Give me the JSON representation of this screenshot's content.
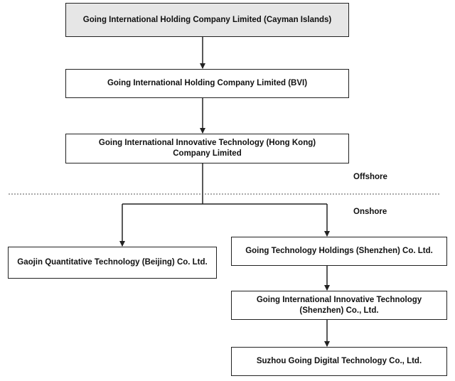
{
  "colors": {
    "top_box_fill": "#e6e6e6",
    "box_fill": "#ffffff",
    "line": "#222222"
  },
  "nodes": {
    "cayman": "Going International Holding Company Limited (Cayman Islands)",
    "bvi": "Going International Holding Company Limited (BVI)",
    "hong_kong": "Going International Innovative Technology (Hong Kong) Company Limited",
    "beijing": "Gaojin Quantitative Technology (Beijing) Co. Ltd.",
    "shenzhen_holdings": "Going Technology Holdings (Shenzhen) Co. Ltd.",
    "shenzhen_innovative": "Going International Innovative Technology (Shenzhen) Co., Ltd.",
    "suzhou": "Suzhou Going Digital Technology Co., Ltd."
  },
  "zones": {
    "offshore": "Offshore",
    "onshore": "Onshore"
  }
}
